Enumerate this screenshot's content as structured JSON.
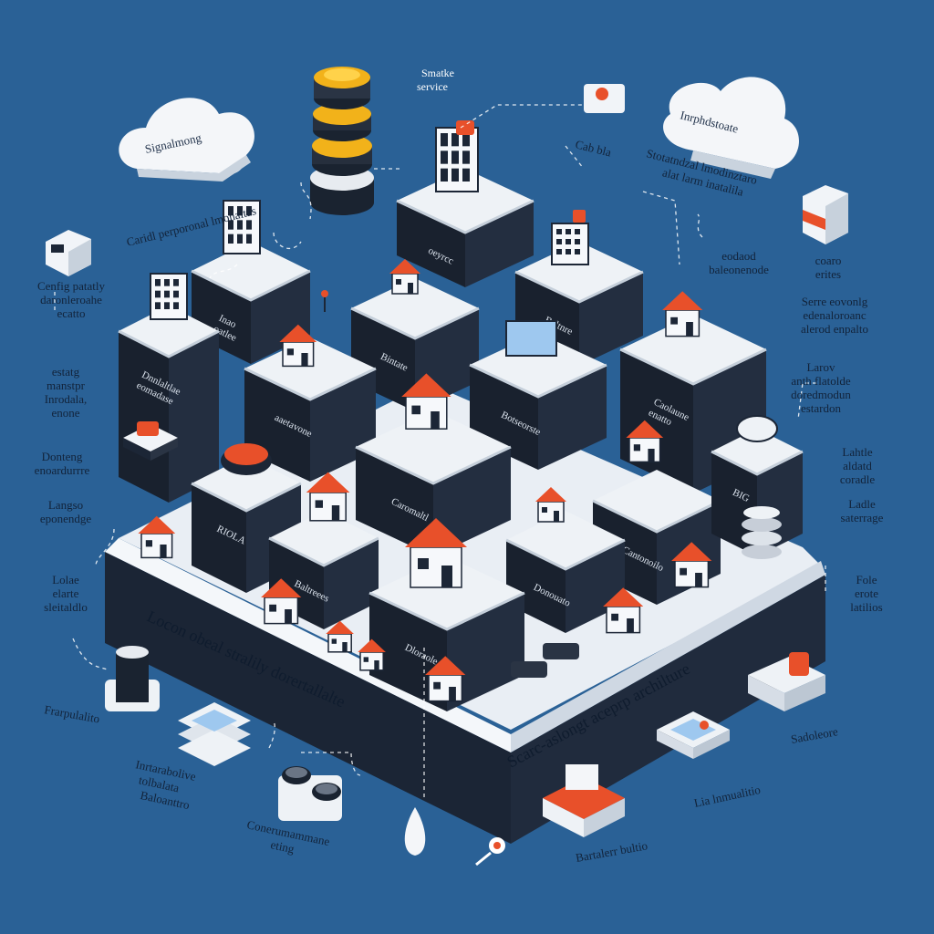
{
  "clouds": {
    "left": "Signalmong",
    "right": "Inrphdstoate"
  },
  "top_labels": {
    "small_service": "Smatke\nservice",
    "cloud_layer": "Caridl perporonal lmonaitas",
    "service_right": "Stotatndzal lmodinztaro\nalat larm inatalila",
    "cab_bin": "Cab bla"
  },
  "left_labels": [
    "Cenfig patatly\ndaronleroahe\necatto",
    "estatg\nmanstpr\nInrodala,\nenone",
    "Donteng\nenoardurrre",
    "Langso\neponendge",
    "Lolae\nelarte\nsleitaldlo"
  ],
  "right_labels": [
    "eodaod\nbaleonenode",
    "Serre eovonlg\nedenaloroanc\nalerod enpalto",
    "Larov\nanth flatolde\ndoredmodun\nestardon",
    "coaro\nerites",
    "Lahtle\naldatd\ncoradle",
    "Ladle\nsaterrage",
    "Fole\nerote\nlatilios"
  ],
  "bottom_labels": {
    "left_db": "Frarpulalito",
    "stack": "Inrtarabolive\ntolbalata\nBaloanttro",
    "coins": "Conerumammane\neting",
    "right_stack": "Sadoleore",
    "dish": "Lia lnmualitio",
    "flag": "Bartalerr bultio"
  },
  "platform_labels": {
    "t1": "Baltnre",
    "t2": "oeyrcc",
    "t3": "Bintate",
    "t4": "Caolaune\nenatto",
    "t5": "Dnnlaltlae\neomadase",
    "t6": "Inao\noatlee",
    "t7": "Baltreees",
    "t8": "Botseorste",
    "t9": "Caromaltl",
    "t10": "Cantonoilo",
    "t11": "RIOLA",
    "t12": "BIG",
    "t13": "Donouato",
    "t14": "Dloraole",
    "t15": "aaetavone"
  },
  "base_labels": {
    "front_left": "Locon obeal stralily dorertallalte",
    "front_right": "Scarc-aslongt aceprp archilture"
  },
  "colors": {
    "background": "#2a6196",
    "platform_top": "#eef2f6",
    "platform_side": "#1c2636",
    "roof": "#e8502a",
    "accent": "#f2b21a"
  }
}
